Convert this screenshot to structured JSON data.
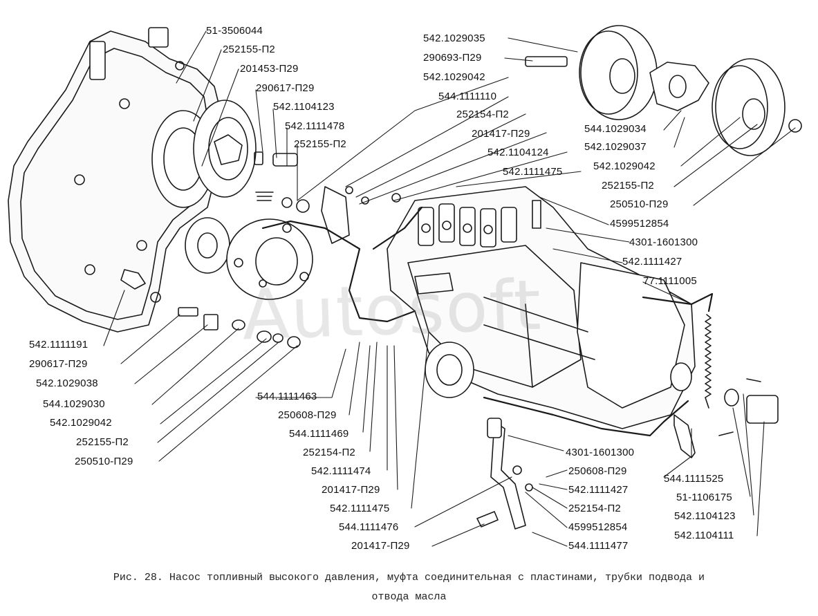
{
  "diagram": {
    "watermark": "Autosoft",
    "caption_line1": "Рис. 28. Насос топливный высокого давления, муфта соединительная с пластинами, трубки подвода и",
    "caption_line2": "отвода масла",
    "labels": {
      "l1": "51-3506044",
      "l2": "252155-П2",
      "l3": "201453-П29",
      "l4": "290617-П29",
      "l5": "542.1104123",
      "l6": "542.1111478",
      "l7": "252155-П2",
      "l8": "542.1029035",
      "l9": "290693-П29",
      "l10": "542.1029042",
      "l11": "544.1111110",
      "l12": "252154-П2",
      "l13": "201417-П29",
      "l14": "542.1104124",
      "l15": "542.1111475",
      "l16": "544.1029034",
      "l17": "542.1029037",
      "l18": "542.1029042",
      "l19": "252155-П2",
      "l20": "250510-П29",
      "l21": "4599512854",
      "l22": "4301-1601300",
      "l23": "542.1111427",
      "l24": "77.1111005",
      "l25": "542.1111191",
      "l26": "290617-П29",
      "l27": "542.1029038",
      "l28": "544.1029030",
      "l29": "542.1029042",
      "l30": "252155-П2",
      "l31": "250510-П29",
      "l32": "544.1111463",
      "l33": "250608-П29",
      "l34": "544.1111469",
      "l35": "252154-П2",
      "l36": "542.1111474",
      "l37": "201417-П29",
      "l38": "542.1111475",
      "l39": "544.1111476",
      "l40": "201417-П29",
      "l41": "4301-1601300",
      "l42": "250608-П29",
      "l43": "542.1111427",
      "l44": "252154-П2",
      "l45": "4599512854",
      "l46": "544.1111477",
      "l47": "544.1111525",
      "l48": "51-1106175",
      "l49": "542.1104123",
      "l50": "542.1104111"
    }
  }
}
